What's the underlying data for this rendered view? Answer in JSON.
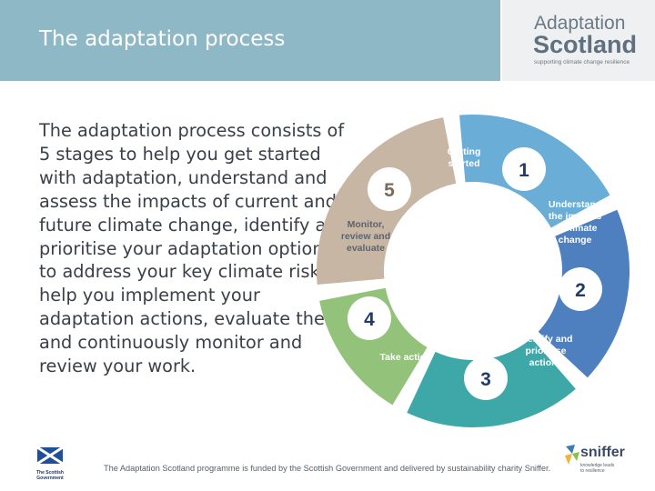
{
  "header": {
    "title": "The adaptation process"
  },
  "logo": {
    "line1": "Adaptation",
    "line2": "Scotland",
    "tagline": "supporting climate change resilience"
  },
  "body": {
    "text": "The adaptation process consists of 5 stages to help you get started with adaptation, understand and assess the impacts of current and future climate change, identify and prioritise your adaptation options to address your key climate risks, help you implement your adaptation actions, evaluate them, and continuously monitor and review your work."
  },
  "cycle": {
    "stages": [
      {
        "number": "1",
        "label_lines": [
          "Getting",
          "started"
        ],
        "color": "#6aaed8"
      },
      {
        "number": "2",
        "label_lines": [
          "Understand",
          "the impacts",
          "of climate",
          "change"
        ],
        "color": "#4e7fbe"
      },
      {
        "number": "3",
        "label_lines": [
          "Identify and",
          "prioritise",
          "actions"
        ],
        "color": "#3ea8a8"
      },
      {
        "number": "4",
        "label_lines": [
          "Take action"
        ],
        "color": "#93c27a"
      },
      {
        "number": "5",
        "label_lines": [
          "Monitor,",
          "review and",
          "evaluate"
        ],
        "color": "#c7b6a3"
      }
    ]
  },
  "footer": {
    "text": "The Adaptation Scotland programme is funded by the Scottish Government and delivered by sustainability charity Sniffer.",
    "gov_logo_lines": [
      "The Scottish",
      "Government"
    ],
    "sniffer_name": "sniffer",
    "sniffer_tag_lines": [
      "knowledge leads",
      "to resilience"
    ]
  }
}
